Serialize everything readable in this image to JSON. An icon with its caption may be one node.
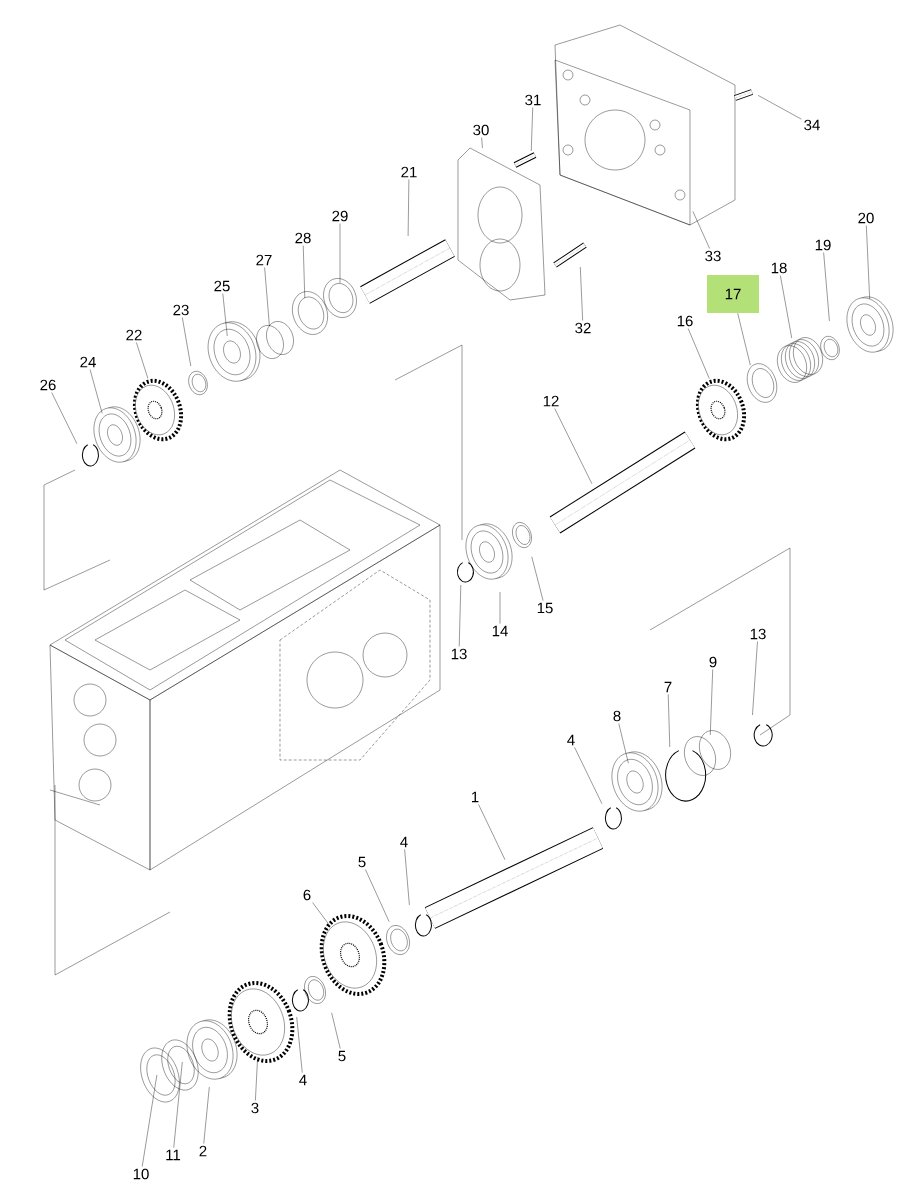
{
  "diagram": {
    "nodes": [
      {
        "text": [
          "31"
        ]
      },
      {
        "text": [
          "34"
        ]
      },
      {
        "text": [
          "30"
        ]
      },
      {
        "text": [
          "21"
        ]
      },
      {
        "text": [
          "29"
        ]
      },
      {
        "text": [
          "28"
        ]
      },
      {
        "text": [
          "20"
        ]
      },
      {
        "text": [
          "19"
        ]
      },
      {
        "text": [
          "33"
        ]
      },
      {
        "text": [
          "27"
        ]
      },
      {
        "text": [
          "18"
        ]
      },
      {
        "text": [
          "25"
        ]
      },
      {
        "text": [
          "17"
        ]
      },
      {
        "text": [
          "23"
        ]
      },
      {
        "text": [
          "16"
        ]
      },
      {
        "text": [
          "32"
        ]
      },
      {
        "text": [
          "22"
        ]
      },
      {
        "text": [
          "24"
        ]
      },
      {
        "text": [
          "26"
        ]
      },
      {
        "text": [
          "12"
        ]
      },
      {
        "text": [
          "15"
        ]
      },
      {
        "text": [
          "14"
        ]
      },
      {
        "text": [
          "13"
        ]
      },
      {
        "text": [
          "13"
        ]
      },
      {
        "text": [
          "9"
        ]
      },
      {
        "text": [
          "7"
        ]
      },
      {
        "text": [
          "8"
        ]
      },
      {
        "text": [
          "4"
        ]
      },
      {
        "text": [
          "1"
        ]
      },
      {
        "text": [
          "4"
        ]
      },
      {
        "text": [
          "5"
        ]
      },
      {
        "text": [
          "6"
        ]
      },
      {
        "text": [
          "5"
        ]
      },
      {
        "text": [
          "4"
        ]
      },
      {
        "text": [
          "3"
        ]
      },
      {
        "text": [
          "2"
        ]
      },
      {
        "text": [
          "11"
        ]
      },
      {
        "text": [
          "10"
        ]
      }
    ],
    "edges": [
      {
        "from": 0,
        "to": null,
        "arrow": "none"
      },
      {
        "from": 1,
        "to": null,
        "arrow": "none"
      },
      {
        "from": 2,
        "to": null,
        "arrow": "none"
      },
      {
        "from": 3,
        "to": null,
        "arrow": "none"
      },
      {
        "from": 4,
        "to": null,
        "arrow": "none"
      },
      {
        "from": 5,
        "to": null,
        "arrow": "none"
      },
      {
        "from": 6,
        "to": null,
        "arrow": "none"
      },
      {
        "from": 7,
        "to": null,
        "arrow": "none"
      },
      {
        "from": 8,
        "to": null,
        "arrow": "none"
      },
      {
        "from": 9,
        "to": null,
        "arrow": "none"
      },
      {
        "from": 10,
        "to": null,
        "arrow": "none"
      },
      {
        "from": 11,
        "to": null,
        "arrow": "none"
      },
      {
        "from": 12,
        "to": null,
        "arrow": "none"
      },
      {
        "from": 13,
        "to": null,
        "arrow": "none"
      },
      {
        "from": 14,
        "to": null,
        "arrow": "none"
      },
      {
        "from": 15,
        "to": null,
        "arrow": "none"
      },
      {
        "from": 16,
        "to": null,
        "arrow": "none"
      },
      {
        "from": 17,
        "to": null,
        "arrow": "none"
      },
      {
        "from": 18,
        "to": null,
        "arrow": "none"
      },
      {
        "from": 19,
        "to": null,
        "arrow": "none"
      },
      {
        "from": 20,
        "to": null,
        "arrow": "none"
      },
      {
        "from": 21,
        "to": null,
        "arrow": "none"
      },
      {
        "from": 22,
        "to": null,
        "arrow": "none"
      },
      {
        "from": 23,
        "to": null,
        "arrow": "none"
      },
      {
        "from": 24,
        "to": null,
        "arrow": "none"
      },
      {
        "from": 25,
        "to": null,
        "arrow": "none"
      },
      {
        "from": 26,
        "to": null,
        "arrow": "none"
      },
      {
        "from": 27,
        "to": null,
        "arrow": "none"
      },
      {
        "from": 28,
        "to": null,
        "arrow": "none"
      },
      {
        "from": 29,
        "to": null,
        "arrow": "none"
      },
      {
        "from": 30,
        "to": null,
        "arrow": "none"
      },
      {
        "from": 31,
        "to": null,
        "arrow": "none"
      },
      {
        "from": 32,
        "to": null,
        "arrow": "none"
      },
      {
        "from": 33,
        "to": null,
        "arrow": "none"
      },
      {
        "from": 34,
        "to": null,
        "arrow": "none"
      },
      {
        "from": 35,
        "to": null,
        "arrow": "none"
      },
      {
        "from": 36,
        "to": null,
        "arrow": "none"
      },
      {
        "from": 37,
        "to": null,
        "arrow": "none"
      }
    ]
  }
}
